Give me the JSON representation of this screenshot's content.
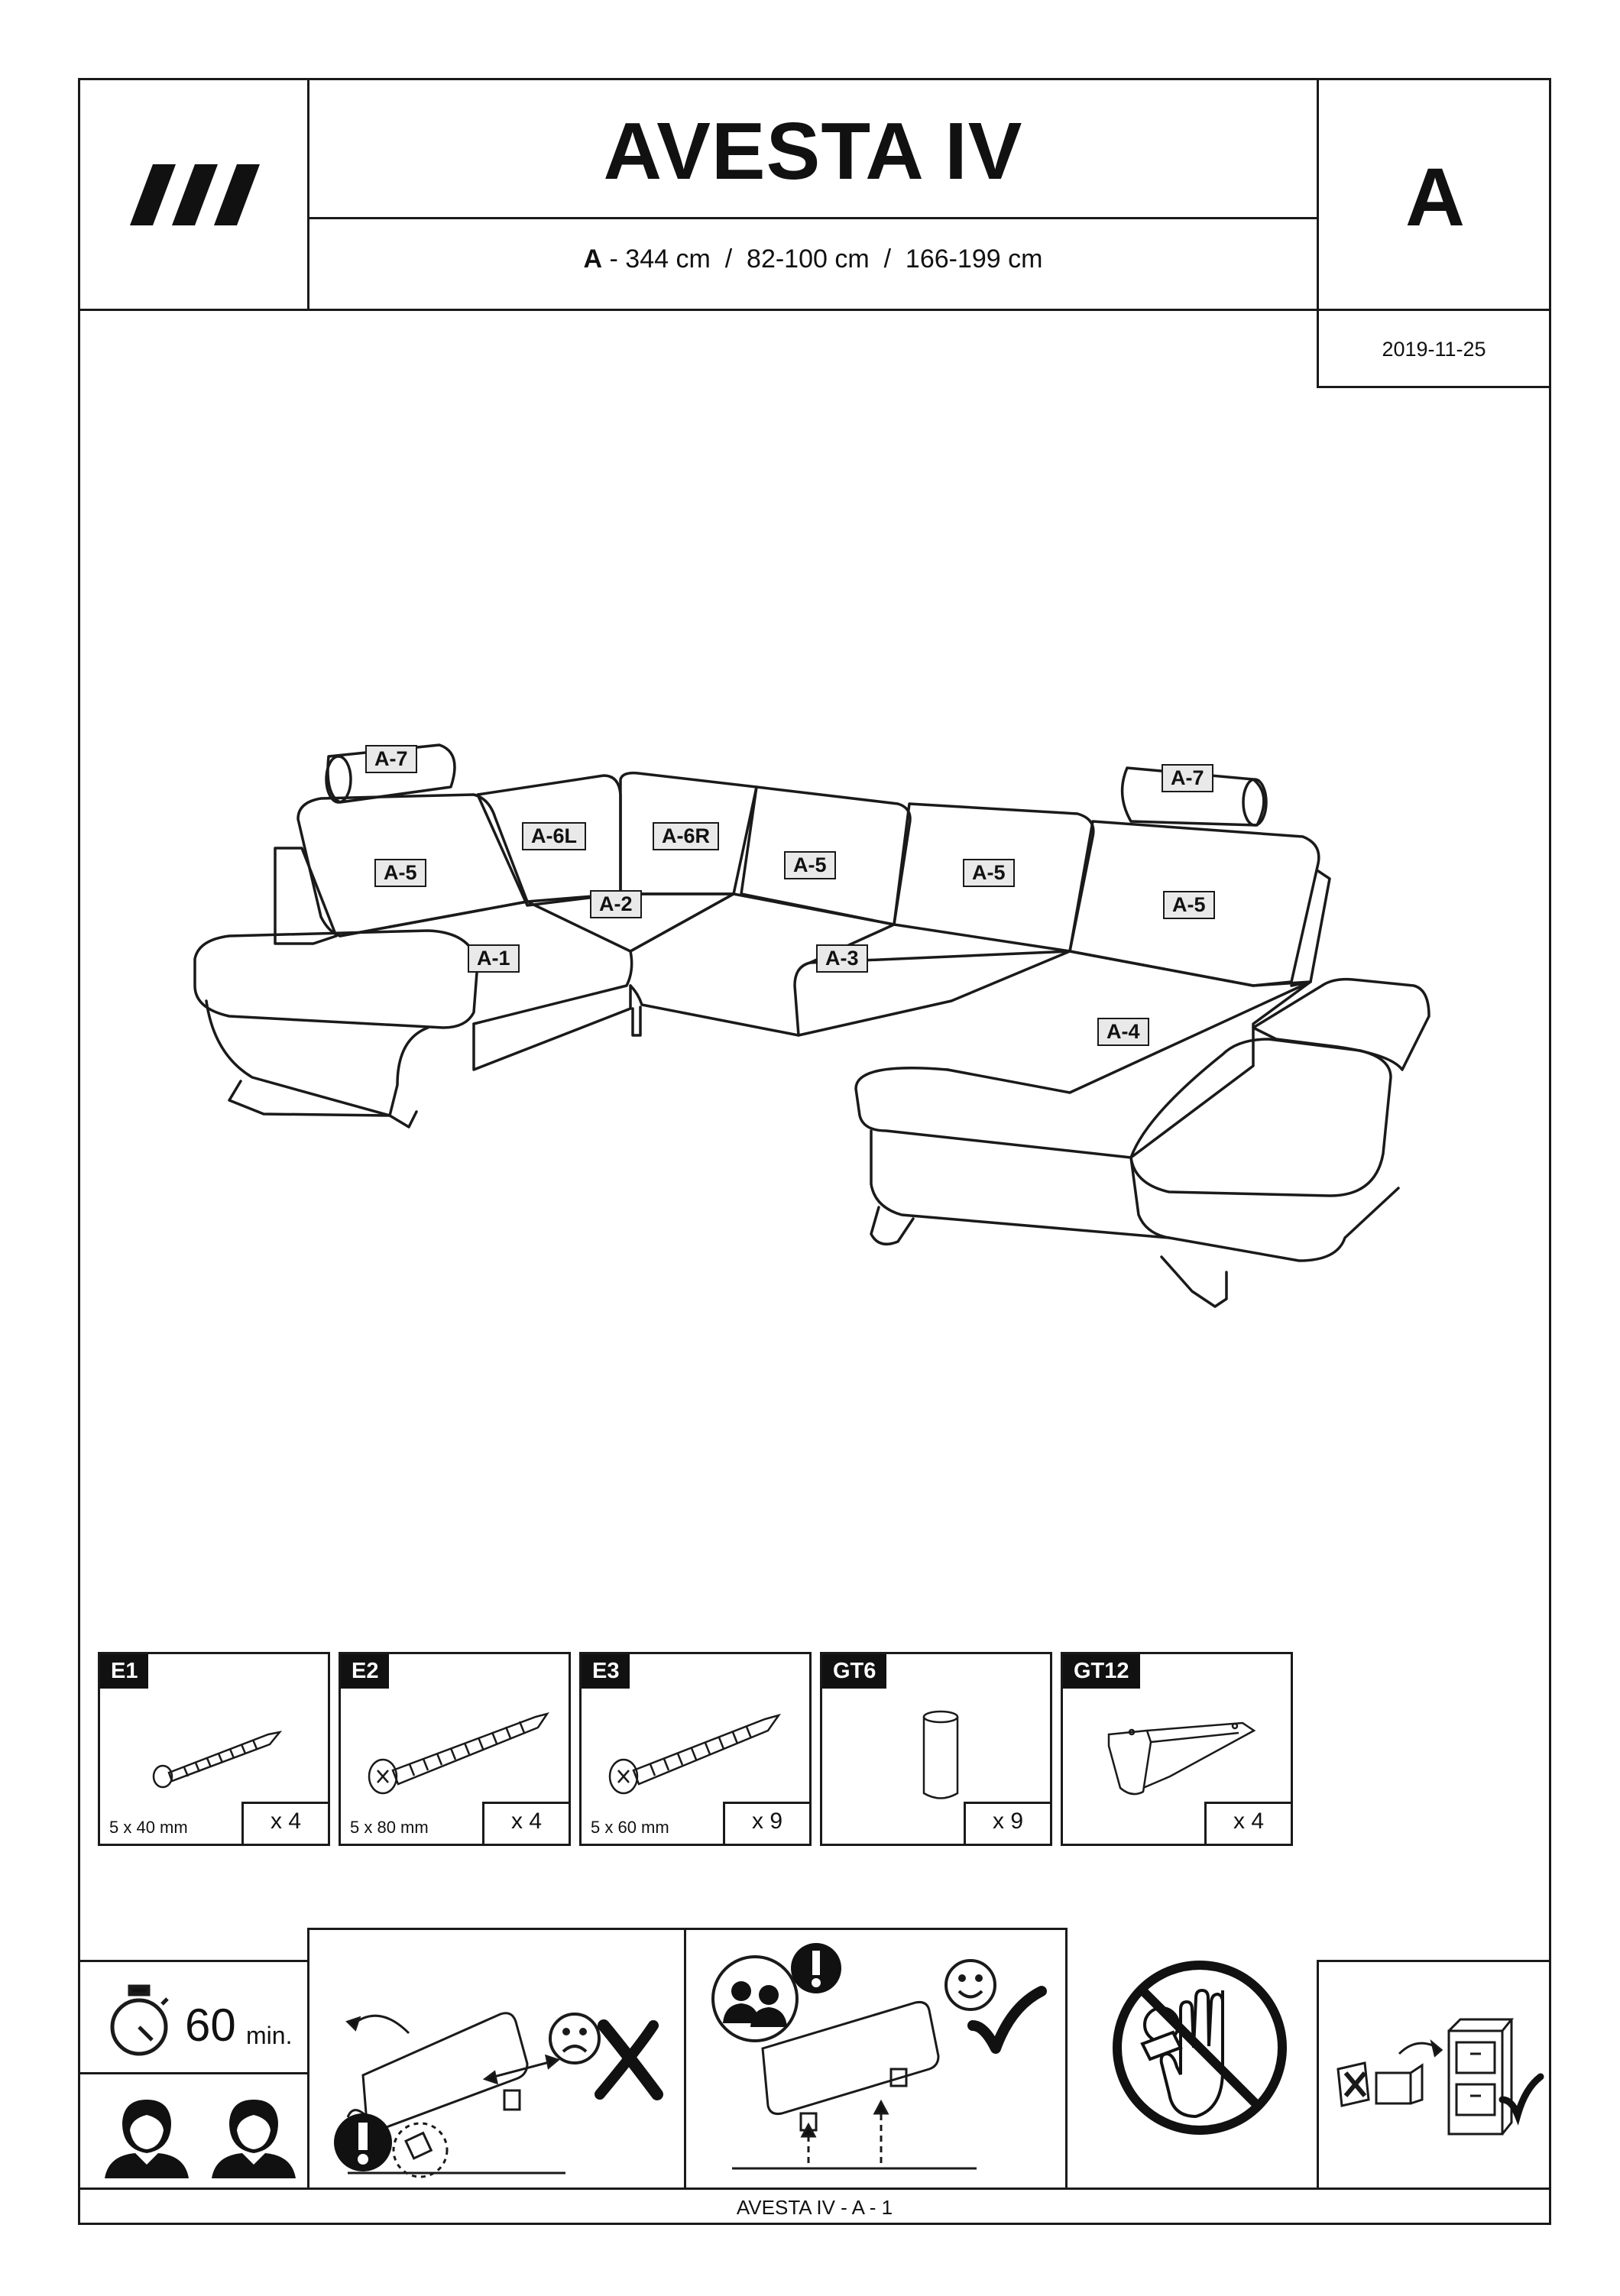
{
  "header": {
    "title": "AVESTA IV",
    "variant_letter": "A",
    "dims_prefix": "A",
    "dims_text": " - 344 cm  /  82-100 cm  /  166-199 cm",
    "date": "2019-11-25",
    "logo": "brand-slashes-logo"
  },
  "diagram": {
    "labels": {
      "a7_left": "A-7",
      "a7_right": "A-7",
      "a6l": "A-6L",
      "a6r": "A-6R",
      "a5_1": "A-5",
      "a5_2": "A-5",
      "a5_3": "A-5",
      "a5_4": "A-5",
      "a2": "A-2",
      "a1": "A-1",
      "a3": "A-3",
      "a4": "A-4"
    }
  },
  "parts": [
    {
      "code": "E1",
      "size": "5 x 40 mm",
      "qty": "x 4",
      "icon": "screw-icon"
    },
    {
      "code": "E2",
      "size": "5 x 80 mm",
      "qty": "x 4",
      "icon": "screw-icon"
    },
    {
      "code": "E3",
      "size": "5 x 60 mm",
      "qty": "x 9",
      "icon": "screw-icon"
    },
    {
      "code": "GT6",
      "size": "",
      "qty": "x 9",
      "icon": "cylinder-leg-icon"
    },
    {
      "code": "GT12",
      "size": "",
      "qty": "x 4",
      "icon": "metal-leg-icon"
    }
  ],
  "info": {
    "time_value": "60",
    "time_unit": "min.",
    "persons_icon": "two-persons-icon"
  },
  "footer": {
    "page_label": "AVESTA IV - A - 1"
  }
}
